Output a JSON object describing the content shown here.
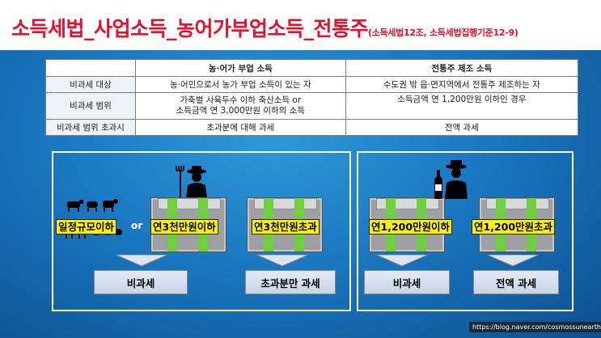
{
  "title": "소득세법_사업소득_농어가부업소득_전통주",
  "title_note": "(소득세법12조, 소득세법집행기준12-9)",
  "table": {
    "headers": [
      "",
      "농·어가 부업 소득",
      "전통주 제조 소득"
    ],
    "rows": [
      [
        "비과세 대상",
        "농·어민으로서 농가 부업 소득이 있는 자",
        "수도권 밖 읍·면지역에서 전통주 제조하는 자"
      ],
      [
        "비과세 범위",
        "가축별 사육두수 이하 축산소득 or\n소득금액 연 3,000만원 이하의 소득",
        "소득금액 연 1,200만원 이하인 경우"
      ],
      [
        "비과세 범위 초과시",
        "초과분에 대해 과세",
        "전액 과세"
      ]
    ]
  },
  "diagram": {
    "left": {
      "scale_label": "일정규모이하",
      "or_label": "or",
      "under_label": "연3천만원이하",
      "over_label": "연3천만원초과",
      "under_result": "비과세",
      "over_result": "초과분만 과세"
    },
    "right": {
      "under_label": "연1,200만원이하",
      "over_label": "연1,200만원초과",
      "under_result": "비과세",
      "over_result": "전액 과세"
    }
  },
  "source_url": "https://blog.naver.com/cosmossunearth",
  "colors": {
    "title": "#e8102a",
    "label_bg": "#fff200",
    "money_band": "#6fcf3c"
  }
}
